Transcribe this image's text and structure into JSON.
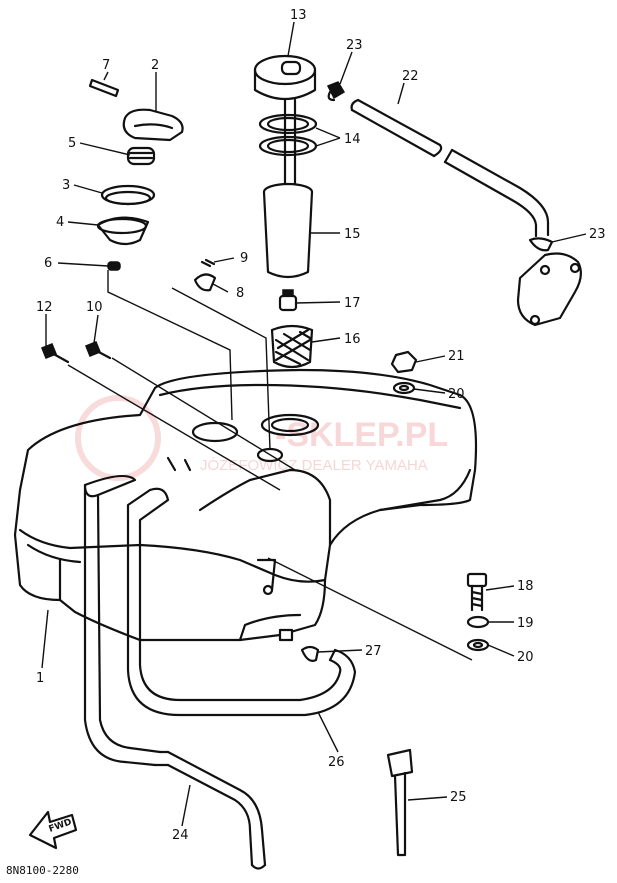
{
  "diagram": {
    "code": "8N8100-2280",
    "arrow_label": "FWD",
    "watermark": {
      "line1": "-SKLEP.PL",
      "line2": "JÓZEFOWICZ DEALER YAMAHA"
    },
    "callouts": {
      "p1": "1",
      "p2": "2",
      "p3": "3",
      "p4": "4",
      "p5": "5",
      "p6": "6",
      "p7": "7",
      "p8": "8",
      "p9": "9",
      "p10": "10",
      "p12": "12",
      "p13": "13",
      "p14": "14",
      "p15": "15",
      "p16": "16",
      "p17": "17",
      "p18": "18",
      "p19": "19",
      "p20a": "20",
      "p20b": "20",
      "p21": "21",
      "p22": "22",
      "p23a": "23",
      "p23b": "23",
      "p24": "24",
      "p25": "25",
      "p26": "26",
      "p27": "27"
    }
  }
}
